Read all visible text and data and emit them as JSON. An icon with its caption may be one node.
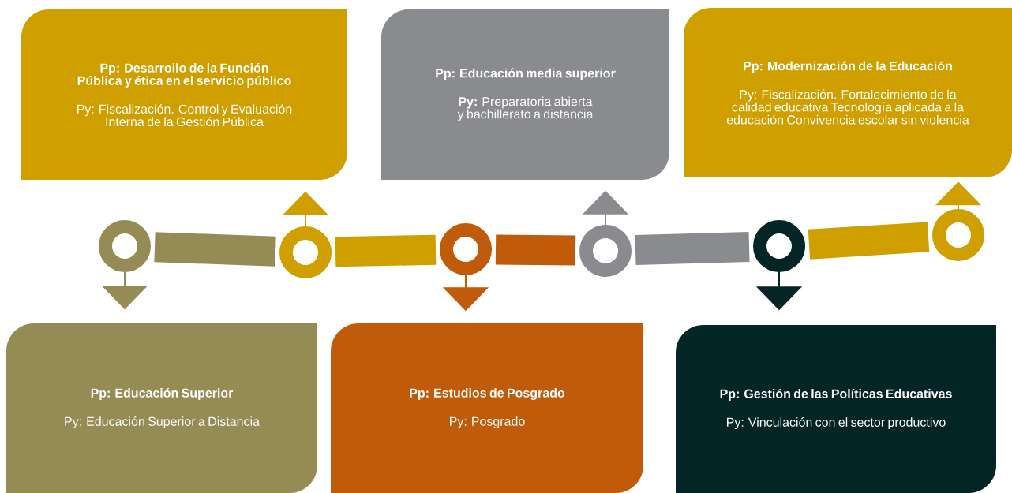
{
  "diagram": {
    "nodes": [
      {
        "text": [
          "Pp: Desarrollo de la Función Pública y ética en el servicio público",
          "Py: Fiscalización. Control y  Evaluación Interna de la Gestión Pública"
        ]
      },
      {
        "text": [
          "Pp: Educación media superior",
          "**Py:** Preparatoria abierta y bachillerato a distancia"
        ]
      },
      {
        "text": [
          "Pp: Modernización de la Educación",
          "Py: Fiscalización. Fortalecimiento de la calidad educativa Tecnología aplicada a la educación Convivencia escolar sin violencia"
        ]
      },
      {
        "text": [
          "Pp: Educación Superior",
          "Py: Educación Superior a Distancia"
        ]
      },
      {
        "text": [
          "Pp: Estudios de Posgrado",
          "Py: Posgrado"
        ]
      },
      {
        "text": [
          "Pp: Gestión de las Políticas Educativas",
          "Py: Vinculación con el sector productivo"
        ]
      },
      {
        "text": [],
        "shape": "circle"
      },
      {
        "text": [],
        "shape": "circle"
      },
      {
        "text": [],
        "shape": "circle"
      },
      {
        "text": [],
        "shape": "circle"
      },
      {
        "text": [],
        "shape": "circle"
      },
      {
        "text": [],
        "shape": "circle"
      }
    ],
    "edges": [
      {
        "from": 6,
        "to": 7,
        "arrow": "none",
        "style": "thick",
        "color": "#958b55"
      },
      {
        "from": 7,
        "to": 8,
        "arrow": "none",
        "style": "thick",
        "color": "#cf9f00"
      },
      {
        "from": 8,
        "to": 9,
        "arrow": "none",
        "style": "thick",
        "color": "#bf5b0a"
      },
      {
        "from": 9,
        "to": 10,
        "arrow": "none",
        "style": "thick",
        "color": "#8a8b8f"
      },
      {
        "from": 10,
        "to": 11,
        "arrow": "none",
        "style": "thick",
        "color": "#cf9f00"
      },
      {
        "from": 6,
        "to": 3,
        "arrow": "to",
        "color": "#958b55"
      },
      {
        "from": 7,
        "to": 0,
        "arrow": "to",
        "color": "#cf9f00"
      },
      {
        "from": 8,
        "to": 4,
        "arrow": "to",
        "color": "#bf5b0a"
      },
      {
        "from": 9,
        "to": 1,
        "arrow": "to",
        "color": "#8a8b8f"
      },
      {
        "from": 10,
        "to": 5,
        "arrow": "to",
        "color": "#032526"
      },
      {
        "from": 11,
        "to": 2,
        "arrow": "to",
        "color": "#cf9f00"
      }
    ]
  }
}
